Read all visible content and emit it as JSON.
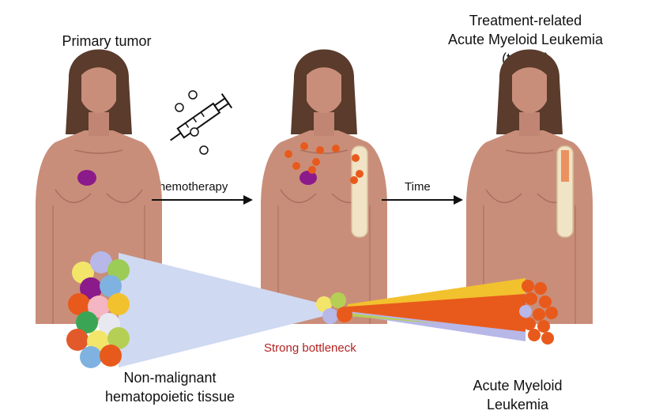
{
  "labels": {
    "primary_tumor": "Primary tumor",
    "t_aml_line1": "Treatment-related",
    "t_aml_line2": "Acute Myeloid Leukemia",
    "t_aml_line3": "(t-AML)",
    "chemotherapy": "Chemotherapy",
    "time": "Time",
    "bottleneck": "Strong bottleneck",
    "nonmalignant_line1": "Non-malignant",
    "nonmalignant_line2": "hematopoietic tissue",
    "aml_line1": "Acute Myeloid",
    "aml_line2": "Leukemia"
  },
  "colors": {
    "skin": "#c98e7a",
    "hair": "#5a3b2c",
    "tumor": "#8b1a8b",
    "funnel_left": "#cfd9f2",
    "orange": "#e85a1b",
    "yellow": "#f2c12e",
    "lavender": "#b7b7e8",
    "green": "#b5cf55",
    "red_text": "#b22222"
  }
}
